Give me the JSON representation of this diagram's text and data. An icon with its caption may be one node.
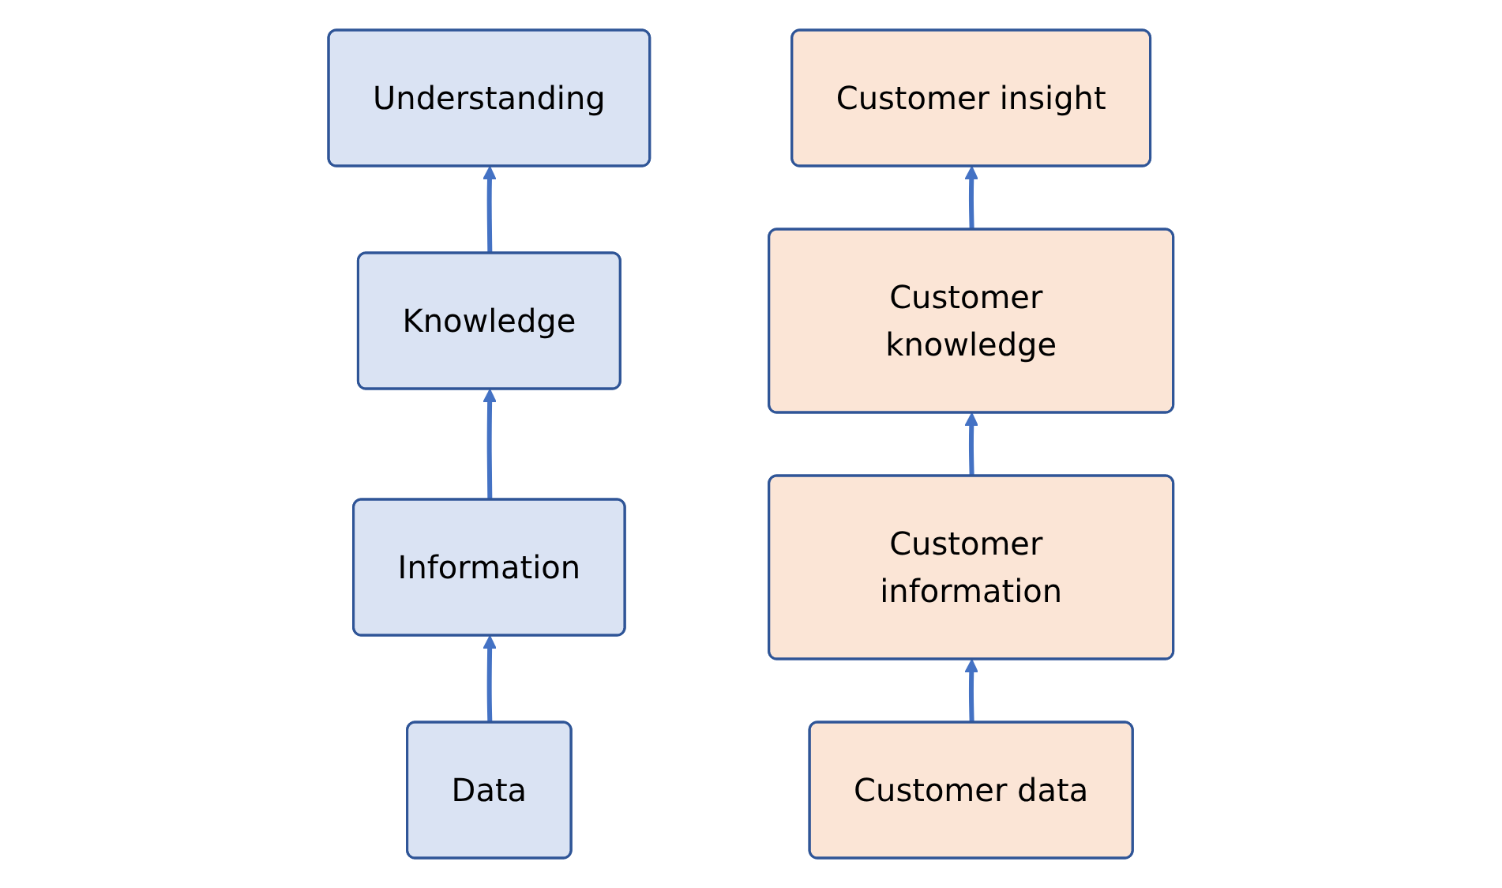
{
  "diagram": {
    "nodes": [
      {
        "text": [
          "Understanding"
        ]
      },
      {
        "text": [
          "Knowledge"
        ]
      },
      {
        "text": [
          "Information"
        ]
      },
      {
        "text": [
          "Data"
        ]
      },
      {
        "text": [
          "Customer insight"
        ]
      },
      {
        "text": [
          "Customer knowledge"
        ]
      },
      {
        "text": [
          "Customer information"
        ]
      },
      {
        "text": [
          "Customer data"
        ]
      }
    ],
    "edges": [
      {
        "from": 3,
        "to": 2,
        "arrow": "to"
      },
      {
        "from": 2,
        "to": 1,
        "arrow": "to"
      },
      {
        "from": 1,
        "to": 0,
        "arrow": "to"
      },
      {
        "from": 7,
        "to": 6,
        "arrow": "to"
      },
      {
        "from": 6,
        "to": 5,
        "arrow": "to"
      },
      {
        "from": 5,
        "to": 4,
        "arrow": "to"
      }
    ]
  }
}
